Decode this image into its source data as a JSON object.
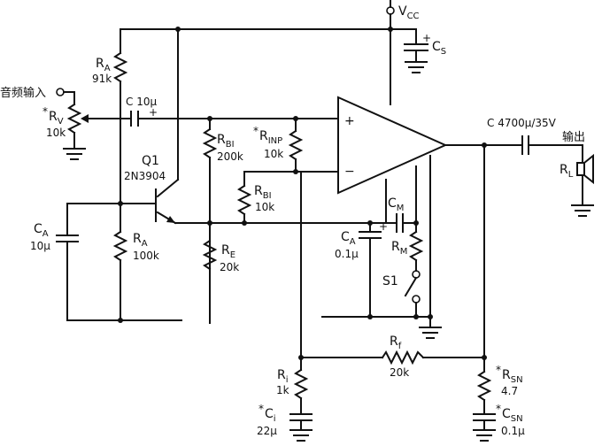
{
  "labels": {
    "vcc": "V",
    "vcc_sub": "CC",
    "cs": "C",
    "cs_sub": "S",
    "cs_pol": "+",
    "ra_top_name": "R",
    "ra_top_sub": "A",
    "ra_top_val": "91k",
    "input": "音频输入",
    "rv_star": "*",
    "rv_name": "R",
    "rv_sub": "V",
    "rv_val": "10k",
    "c_in": "C 10μ",
    "c_in_pol": "+",
    "rbi1_name": "R",
    "rbi1_sub": "BI",
    "rbi1_val": "200k",
    "rinp_star": "*",
    "rinp_name": "R",
    "rinp_sub": "INP",
    "rinp_val": "10k",
    "plus_in": "+",
    "minus_in": "−",
    "q1_name": "Q1",
    "q1_part": "2N3904",
    "rbi2_name": "R",
    "rbi2_sub": "BI",
    "rbi2_val": "10k",
    "ca_left_name": "C",
    "ca_left_sub": "A",
    "ca_left_val": "10μ",
    "ra_bot_name": "R",
    "ra_bot_sub": "A",
    "ra_bot_val": "100k",
    "re_name": "R",
    "re_sub": "E",
    "re_val": "20k",
    "cm_name": "C",
    "cm_sub": "M",
    "ca_right_name": "C",
    "ca_right_sub": "A",
    "ca_right_val": "0.1μ",
    "ca_right_pol": "+",
    "rm_name": "R",
    "rm_sub": "M",
    "s1": "S1",
    "c_out": "C 4700μ/35V",
    "output": "输出",
    "rl_name": "R",
    "rl_sub": "L",
    "rf_name": "R",
    "rf_sub": "f",
    "rf_val": "20k",
    "ri_name": "R",
    "ri_sub": "i",
    "ri_val": "1k",
    "ci_star": "*",
    "ci_name": "C",
    "ci_sub": "i",
    "ci_val": "22μ",
    "rsn_star": "*",
    "rsn_name": "R",
    "rsn_sub": "SN",
    "rsn_val": "4.7",
    "csn_star": "*",
    "csn_name": "C",
    "csn_sub": "SN",
    "csn_val": "0.1μ"
  }
}
